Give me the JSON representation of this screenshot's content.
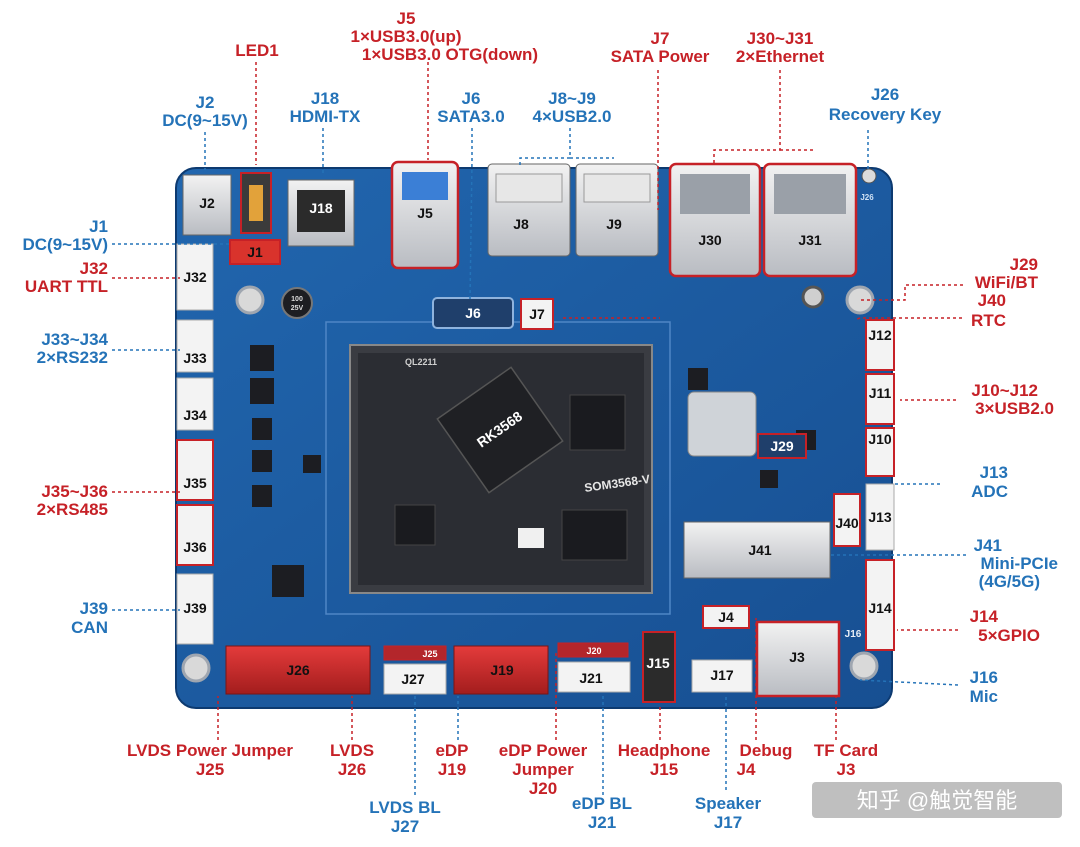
{
  "colors": {
    "board": "#1b5aa0",
    "board_dark": "#123f78",
    "callout_red": "#c62127",
    "callout_blue": "#2473b8",
    "background": "#ffffff"
  },
  "module_text": {
    "ql": "QL2211",
    "chip": "RK3568",
    "som": "SOM3568-V"
  },
  "cap_text": {
    "l1": "100",
    "l2": "25V"
  },
  "watermark": "知乎 @触觉智能",
  "components": {
    "J2": "J2",
    "J1": "J1",
    "J18": "J18",
    "J5": "J5",
    "J8": "J8",
    "J9": "J9",
    "J30": "J30",
    "J31": "J31",
    "J26r": "J26",
    "J32": "J32",
    "J6": "J6",
    "J7": "J7",
    "J33": "J33",
    "J34": "J34",
    "J12": "J12",
    "J11": "J11",
    "J10": "J10",
    "J29": "J29",
    "J35": "J35",
    "J36": "J36",
    "J40": "J40",
    "J13": "J13",
    "J41": "J41",
    "J14": "J14",
    "J39": "J39",
    "J4": "J4",
    "J16": "J16",
    "J26": "J26",
    "J25": "J25",
    "J27": "J27",
    "J19": "J19",
    "J20": "J20",
    "J21": "J21",
    "J15": "J15",
    "J17": "J17",
    "J3": "J3"
  },
  "callouts": {
    "led1": [
      "LED1"
    ],
    "j5": [
      "J5",
      "1×USB3.0(up)",
      "1×USB3.0 OTG(down)"
    ],
    "j7": [
      "J7",
      "SATA Power"
    ],
    "j30": [
      "J30~J31",
      "2×Ethernet"
    ],
    "j2": [
      "J2",
      "DC(9~15V)"
    ],
    "j18": [
      "J18",
      "HDMI-TX"
    ],
    "j6": [
      "J6",
      "SATA3.0"
    ],
    "j8": [
      "J8~J9",
      "4×USB2.0"
    ],
    "j26key": [
      "J26",
      "Recovery Key"
    ],
    "j1": [
      "J1",
      "DC(9~15V)"
    ],
    "j32": [
      "J32",
      "UART TTL"
    ],
    "j29": [
      "J29",
      "WiFi/BT"
    ],
    "j40": [
      "J40",
      "RTC"
    ],
    "j33": [
      "J33~J34",
      "2×RS232"
    ],
    "j10": [
      "J10~J12",
      "3×USB2.0"
    ],
    "j13": [
      "J13",
      "ADC"
    ],
    "j35": [
      "J35~J36",
      "2×RS485"
    ],
    "j41": [
      "J41",
      "Mini-PCIe",
      "(4G/5G)"
    ],
    "j39": [
      "J39",
      "CAN"
    ],
    "j14": [
      "J14",
      "5×GPIO"
    ],
    "j16": [
      "J16",
      "Mic"
    ],
    "j25": [
      "LVDS Power Jumper",
      "J25"
    ],
    "j26": [
      "LVDS",
      "J26"
    ],
    "j19": [
      "eDP",
      "J19"
    ],
    "j20": [
      "eDP Power",
      "Jumper",
      "J20"
    ],
    "j15": [
      "Headphone",
      "J15"
    ],
    "j4": [
      "Debug",
      "J4"
    ],
    "j3": [
      "TF Card",
      "J3"
    ],
    "j27": [
      "LVDS BL",
      "J27"
    ],
    "j21": [
      "eDP BL",
      "J21"
    ],
    "j17": [
      "Speaker",
      "J17"
    ]
  }
}
